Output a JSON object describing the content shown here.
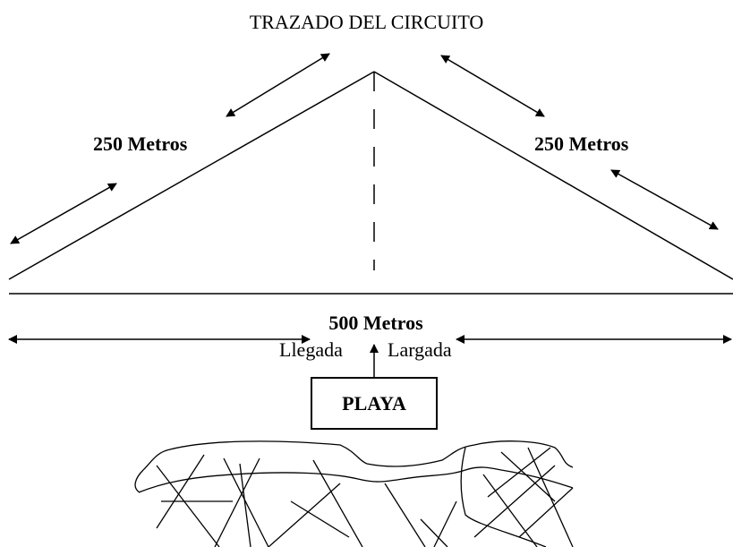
{
  "diagram": {
    "title": "TRAZADO DEL CIRCUITO",
    "left_distance": "250 Metros",
    "right_distance": "250 Metros",
    "base_distance": "500 Metros",
    "finish_label": "Llegada",
    "start_label": "Largada",
    "beach_label": "PLAYA"
  },
  "colors": {
    "ink": "#000000",
    "background": "#ffffff"
  }
}
